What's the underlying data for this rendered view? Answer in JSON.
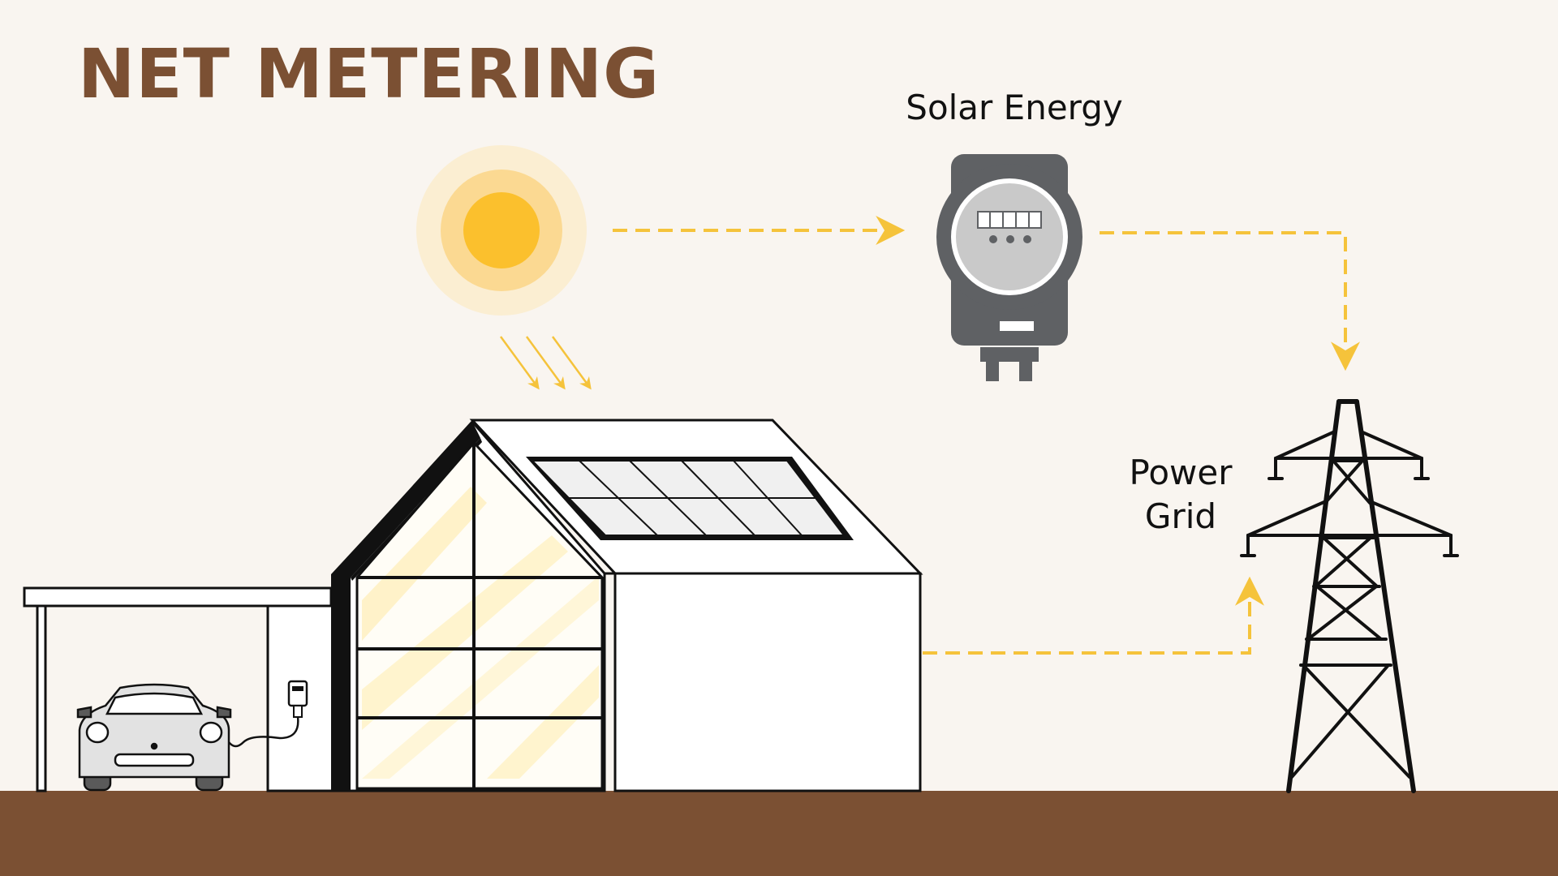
{
  "title": "NET METERING",
  "labels": {
    "solar_energy": "Solar Energy",
    "power_grid_line1": "Power",
    "power_grid_line2": "Grid"
  },
  "colors": {
    "background": "#f9f5f0",
    "ground": "#7b5033",
    "title": "#7b5033",
    "arrow": "#f5c33b",
    "sun_core": "#fbc02d",
    "meter_body": "#5f6164",
    "outline": "#111111"
  },
  "icons": [
    "sun-icon",
    "electric-meter-icon",
    "solar-panel-icon",
    "house-icon",
    "carport-icon",
    "car-icon",
    "ev-charger-icon",
    "transmission-tower-icon"
  ]
}
